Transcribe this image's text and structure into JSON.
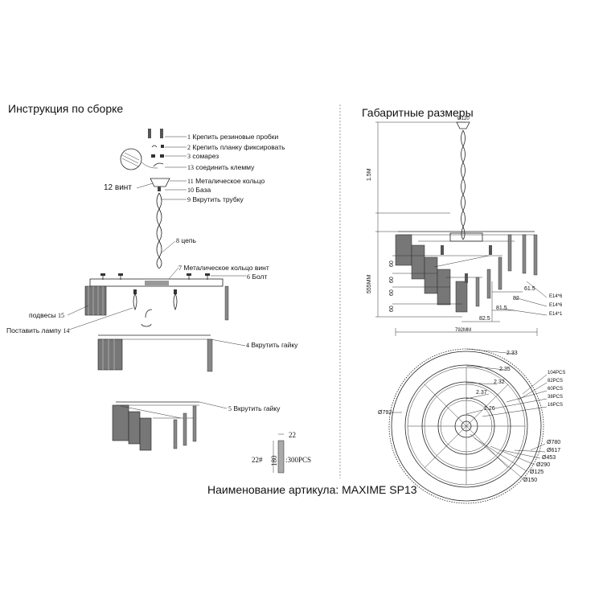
{
  "assembly": {
    "title": "Инструкция по сборке",
    "steps": [
      {
        "num": "1",
        "text": "Крепить резиновые пробки"
      },
      {
        "num": "2",
        "text": "Крепить планку фиксировать"
      },
      {
        "num": "3",
        "text": "сомарез"
      },
      {
        "num": "13",
        "text": "соединить клемму"
      },
      {
        "num": "11",
        "text": "Металическое кольцо"
      },
      {
        "num": "10",
        "text": "База"
      },
      {
        "num": "9",
        "text": "Вкрутить трубку"
      },
      {
        "num": "8",
        "text": "цепь"
      },
      {
        "num": "7",
        "text": "Металическое кольцо винт"
      },
      {
        "num": "6",
        "text": "Болт"
      },
      {
        "num": "4",
        "text": "Вкрутить гайку"
      },
      {
        "num": "5",
        "text": "Вкрутить гайку"
      }
    ],
    "screw_label": "12  винт",
    "pendants_label": "подвесы",
    "pendants_num": "15",
    "lamp_label": "Поставить лампу",
    "lamp_num": "14",
    "crystal": {
      "width": "22",
      "height": "180",
      "code": "22#",
      "qty": ":300PCS"
    }
  },
  "dimensions": {
    "title": "Габаритные размеры",
    "canopy": "Ø120",
    "chain_length": "1.5M",
    "body_height": "555MM",
    "tier_heights": [
      "60",
      "60",
      "60",
      "60"
    ],
    "offsets": [
      "61.5",
      "82",
      "81.5",
      "82.5"
    ],
    "sockets": [
      "E14*6",
      "E14*6",
      "E14*1"
    ],
    "width": "792MM"
  },
  "top_view": {
    "spacings": [
      "2.33",
      "2.35",
      "2.32",
      "2.37",
      "2.26"
    ],
    "pcs": [
      "104PCS",
      "82PCS",
      "60PCS",
      "38PCS",
      "16PCS"
    ],
    "diameters": [
      "Ø780",
      "Ø617",
      "Ø453",
      "Ø290",
      "Ø125",
      "Ø150"
    ],
    "outer_diameter": "Ø792"
  },
  "article": "Наименование артикула: MAXIME SP13"
}
